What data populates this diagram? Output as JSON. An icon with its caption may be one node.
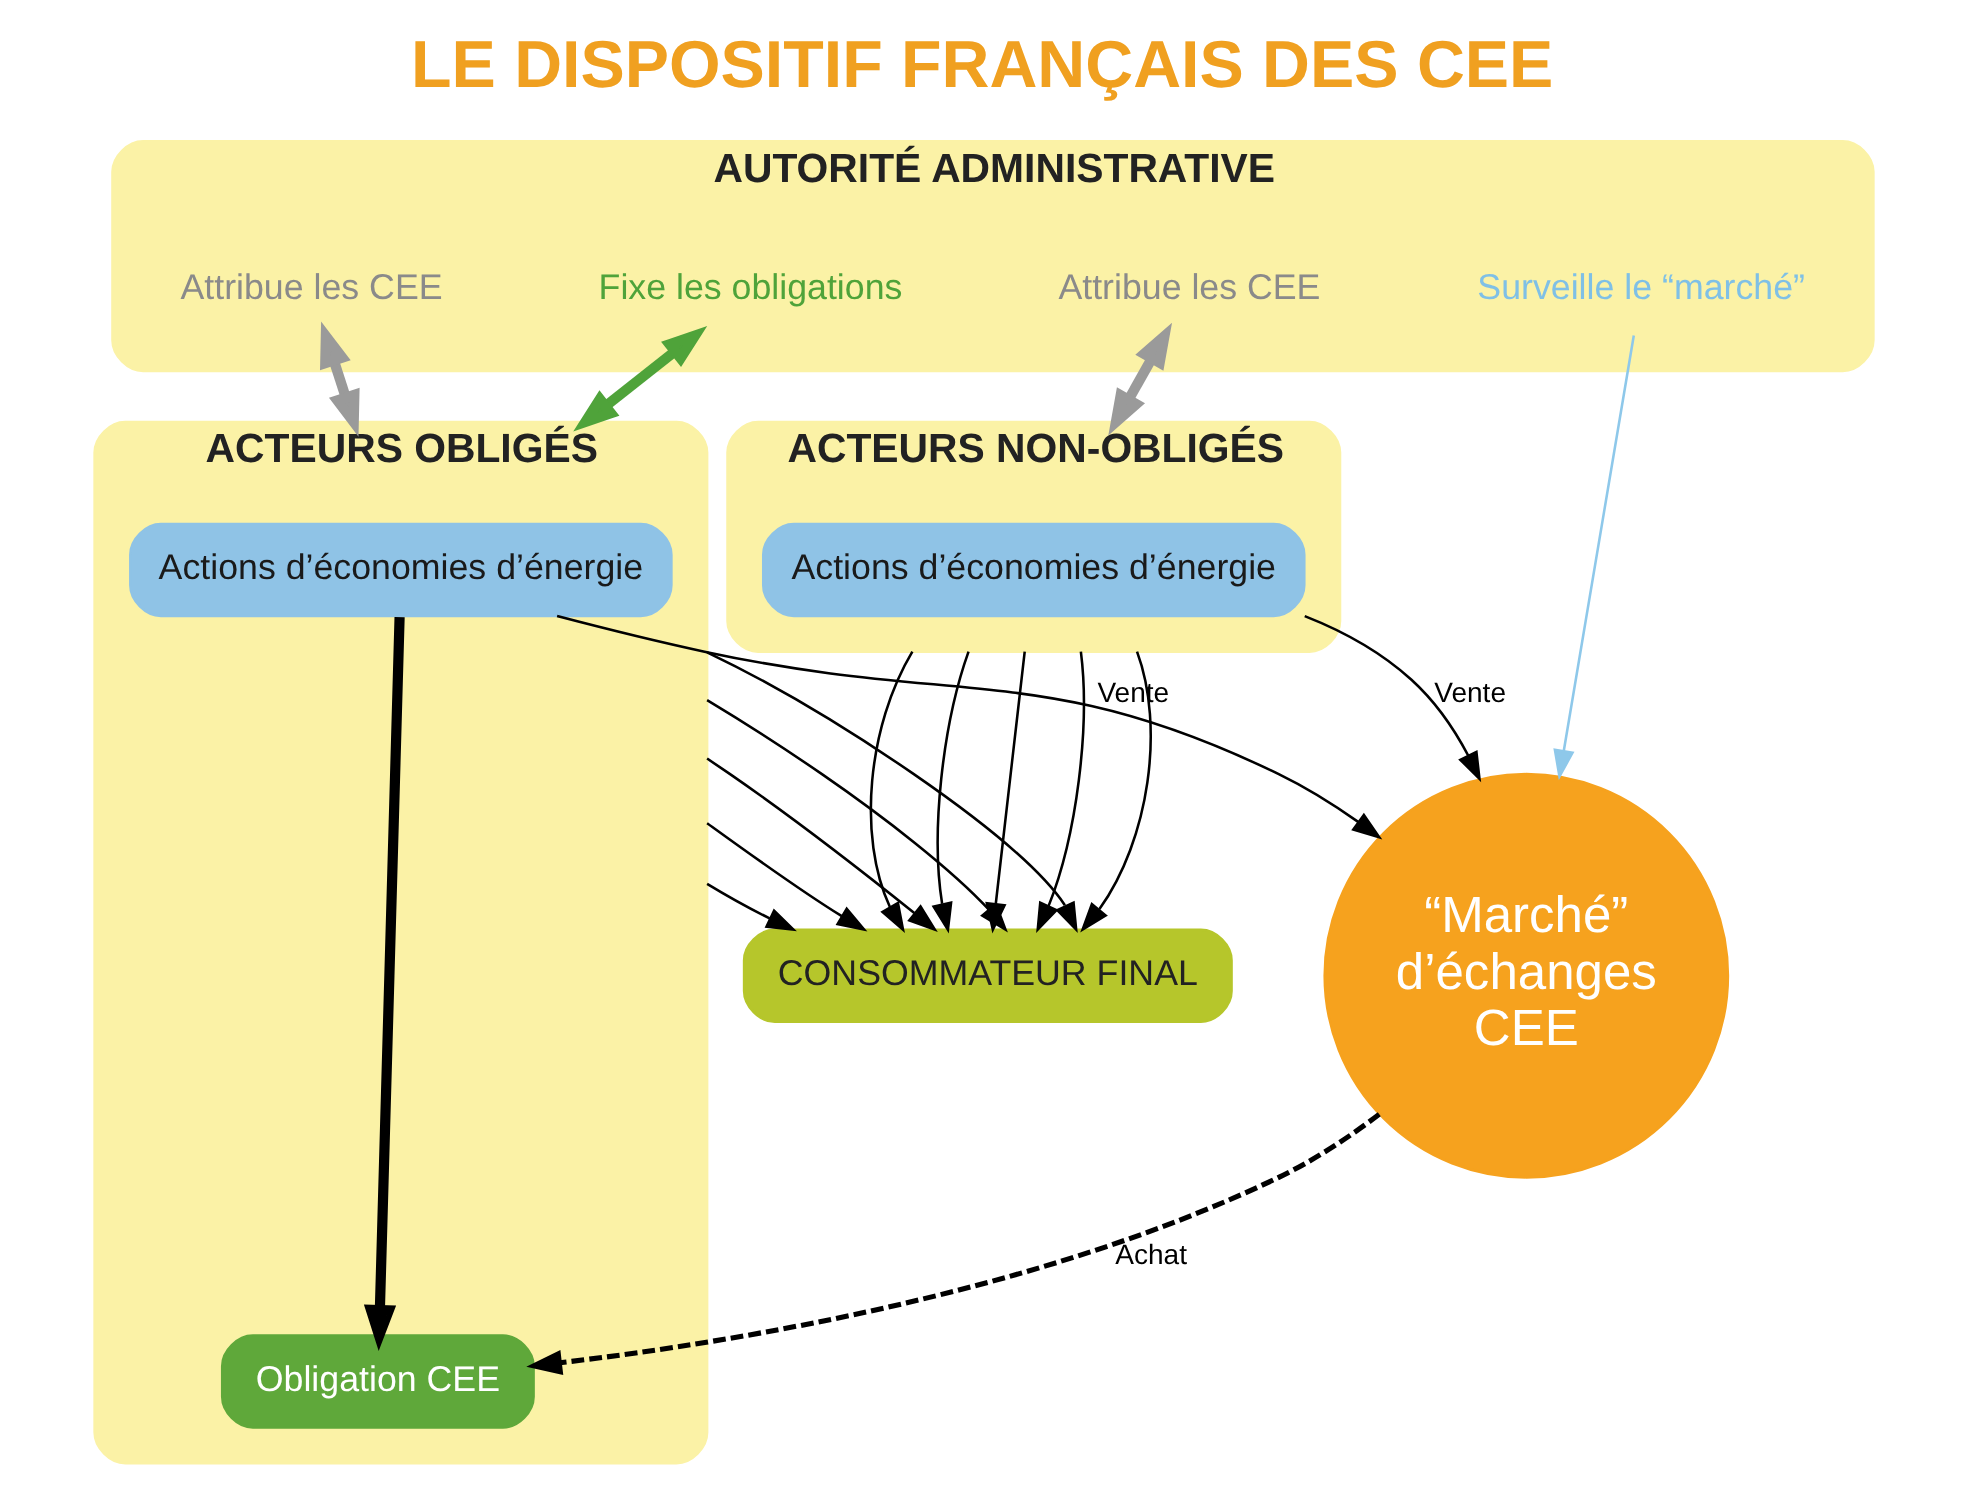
{
  "diagram": {
    "title": "LE DISPOSITIF FRANÇAIS DES CEE",
    "nodes": [
      {
        "text": [
          "AUTORITÉ ADMINISTRATIVE"
        ]
      },
      {
        "text": [
          "Attribue les CEE"
        ],
        "in": 0
      },
      {
        "text": [
          "Surveille le “marché”"
        ],
        "in": 0
      },
      {
        "text": [
          "Attribue les CEE"
        ],
        "in": 0
      },
      {
        "text": [
          "Fixe les obligations"
        ],
        "in": 0
      },
      {
        "text": [
          "ACTEURS NON-OBLIGÉS"
        ]
      },
      {
        "text": [
          "Actions d’économies d’énergie"
        ],
        "in": 5
      },
      {
        "text": [
          "“Marché” d’échanges CEE"
        ]
      },
      {
        "text": [
          "ACTEURS OBLIGÉS"
        ]
      },
      {
        "text": [
          "Obligation CEE"
        ],
        "in": 8
      },
      {
        "text": [
          "Actions d’économies d’énergie"
        ],
        "in": 8
      },
      {
        "text": [
          "CONSOMMATEUR FINAL"
        ]
      }
    ],
    "edges": [
      {
        "from": 1,
        "to": 5,
        "arrow": "both",
        "style": "thick",
        "color": "#9a9a9a"
      },
      {
        "from": 2,
        "to": 7,
        "arrow": "to",
        "color": "#8ec8ea"
      },
      {
        "from": 3,
        "to": 8,
        "arrow": "both",
        "style": "thick",
        "color": "#9a9a9a"
      },
      {
        "from": 4,
        "to": 8,
        "arrow": "both",
        "style": "thick",
        "color": "#4fa33a"
      },
      {
        "from": 6,
        "to": 7,
        "label": "Vente",
        "arrow": "to"
      },
      {
        "from": 10,
        "to": 7,
        "label": "Vente",
        "arrow": "to"
      },
      {
        "from": 7,
        "to": 9,
        "label": "Achat",
        "arrow": "to",
        "style": "dashed"
      },
      {
        "from": 10,
        "to": 9,
        "arrow": "to",
        "style": "thick"
      },
      {
        "from": 5,
        "to": 11,
        "arrow": "to"
      },
      {
        "from": 5,
        "to": 11,
        "arrow": "to"
      },
      {
        "from": 5,
        "to": 11,
        "arrow": "to"
      },
      {
        "from": 5,
        "to": 11,
        "arrow": "to"
      },
      {
        "from": 5,
        "to": 11,
        "arrow": "to"
      },
      {
        "from": 8,
        "to": 11,
        "arrow": "to"
      },
      {
        "from": 8,
        "to": 11,
        "arrow": "to"
      },
      {
        "from": 8,
        "to": 11,
        "arrow": "to"
      },
      {
        "from": 8,
        "to": 11,
        "arrow": "to"
      },
      {
        "from": 8,
        "to": 11,
        "arrow": "to"
      }
    ]
  }
}
